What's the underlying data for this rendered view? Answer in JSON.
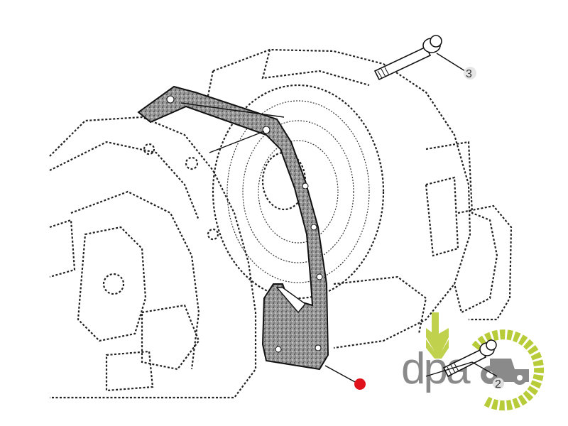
{
  "diagram": {
    "callouts": [
      {
        "id": "bolt-top",
        "label": "3"
      },
      {
        "id": "bolt-bottom",
        "label": "2"
      }
    ],
    "highlight_marker_color": "#e0121b",
    "gasket_color": "#555555"
  },
  "logo": {
    "text": "dpa",
    "accent_color": "#b8cc3a",
    "gray_color": "#8a8a8a"
  }
}
